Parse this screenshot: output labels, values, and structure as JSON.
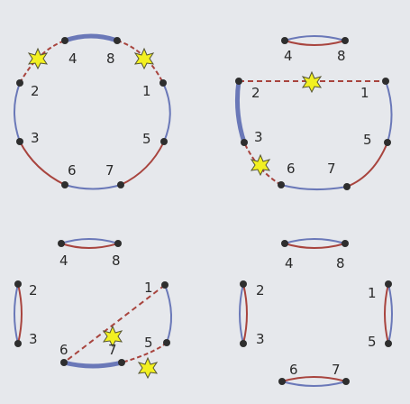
{
  "colors": {
    "background": "#e6e8ec",
    "blue_edge": "#6a78b8",
    "red_edge": "#a8443e",
    "node": "#2e2e2e",
    "star_fill": "#f2f021",
    "star_stroke": "#555533"
  },
  "panels": [
    {
      "id": "top-left",
      "labels": {
        "n1": "1",
        "n2": "2",
        "n3": "3",
        "n4": "4",
        "n5": "5",
        "n6": "6",
        "n7": "7",
        "n8": "8"
      }
    },
    {
      "id": "top-right",
      "labels": {
        "n1": "1",
        "n2": "2",
        "n3": "3",
        "n4": "4",
        "n5": "5",
        "n6": "6",
        "n7": "7",
        "n8": "8"
      }
    },
    {
      "id": "bottom-left",
      "labels": {
        "n1": "1",
        "n2": "2",
        "n3": "3",
        "n4": "4",
        "n5": "5",
        "n6": "6",
        "n7": "7",
        "n8": "8"
      }
    },
    {
      "id": "bottom-right",
      "labels": {
        "n1": "1",
        "n2": "2",
        "n3": "3",
        "n4": "4",
        "n5": "5",
        "n6": "6",
        "n7": "7",
        "n8": "8"
      }
    }
  ]
}
